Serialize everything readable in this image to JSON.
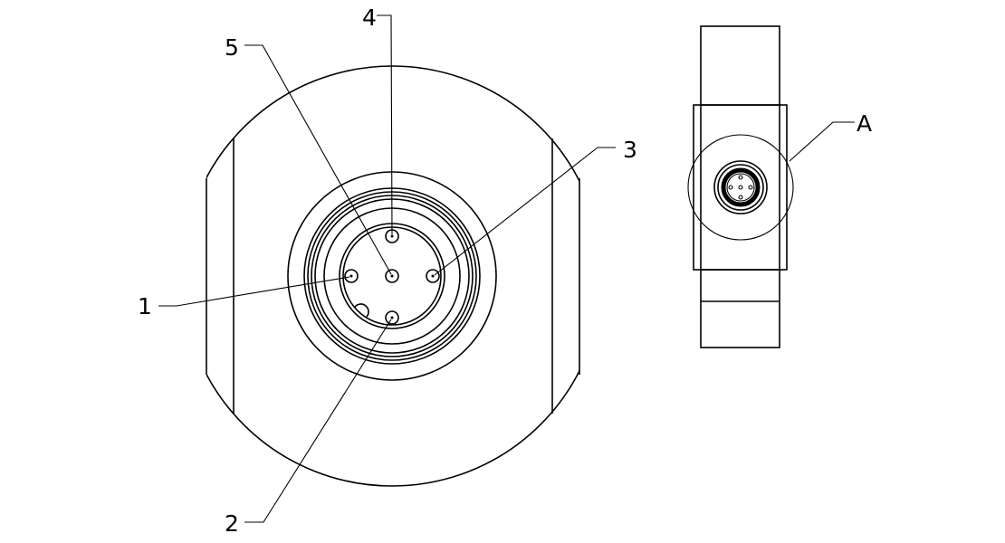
{
  "callouts": {
    "pin1": "1",
    "pin2": "2",
    "pin3": "3",
    "pin4": "4",
    "pin5": "5",
    "detail": "A"
  },
  "colors": {
    "line": "#000000",
    "background": "#ffffff"
  }
}
